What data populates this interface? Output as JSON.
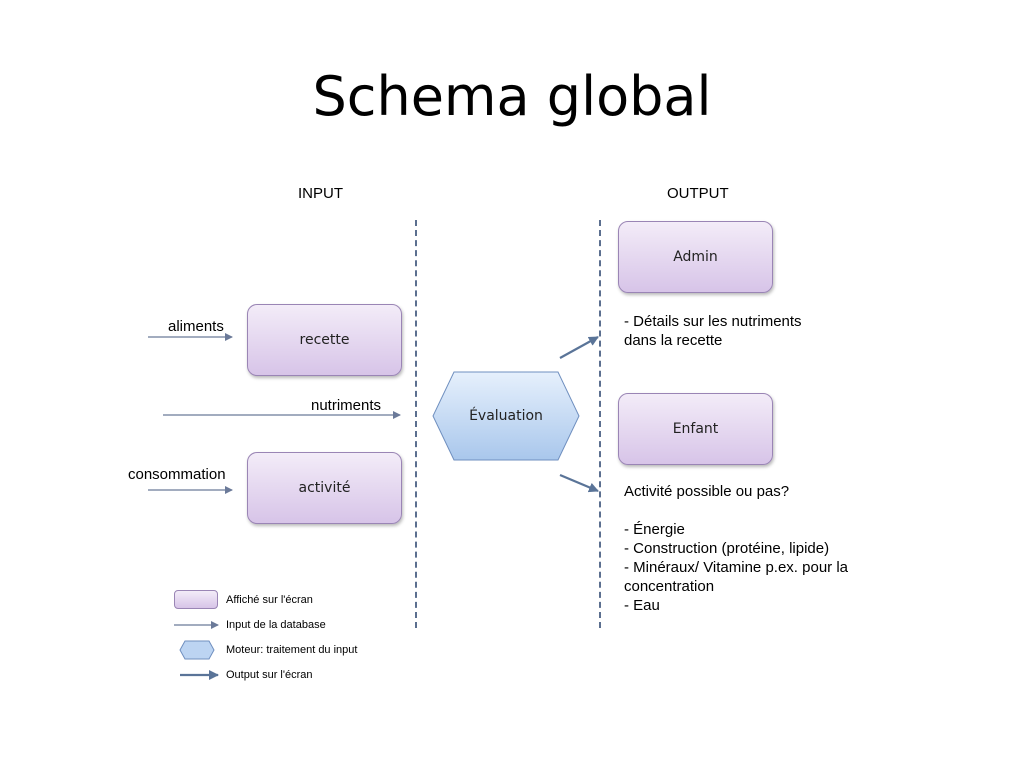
{
  "slide": {
    "title": "Schema global"
  },
  "columns": {
    "input_label": "INPUT",
    "output_label": "OUTPUT"
  },
  "input": {
    "aliments_label": "aliments",
    "recette_label": "recette",
    "nutriments_label": "nutriments",
    "consommation_label": "consommation",
    "activite_label": "activité"
  },
  "engine": {
    "label": "Évaluation"
  },
  "output": {
    "admin_label": "Admin",
    "admin_details": [
      "- Détails sur les nutriments",
      "dans la recette"
    ],
    "enfant_label": "Enfant",
    "enfant_details": [
      "Activité possible ou pas?",
      "",
      "- Énergie",
      "- Construction (protéine, lipide)",
      "- Minéraux/ Vitamine p.ex. pour la",
      "concentration",
      "- Eau"
    ]
  },
  "legend": [
    {
      "symbol": "screen-box",
      "text": "Affiché sur l'écran"
    },
    {
      "symbol": "thin-arrow",
      "text": "Input de la database"
    },
    {
      "symbol": "hexagon",
      "text": "Moteur: traitement du input"
    },
    {
      "symbol": "thick-arrow",
      "text": "Output sur l'écran"
    }
  ],
  "colors": {
    "box_gradient_top": "#f3ecf8",
    "box_gradient_bottom": "#d7c4e8",
    "hex_gradient_top": "#e6f0fc",
    "hex_gradient_bottom": "#a9c7ec",
    "arrow": "#6b7a99",
    "divider": "#5b6f8f"
  }
}
